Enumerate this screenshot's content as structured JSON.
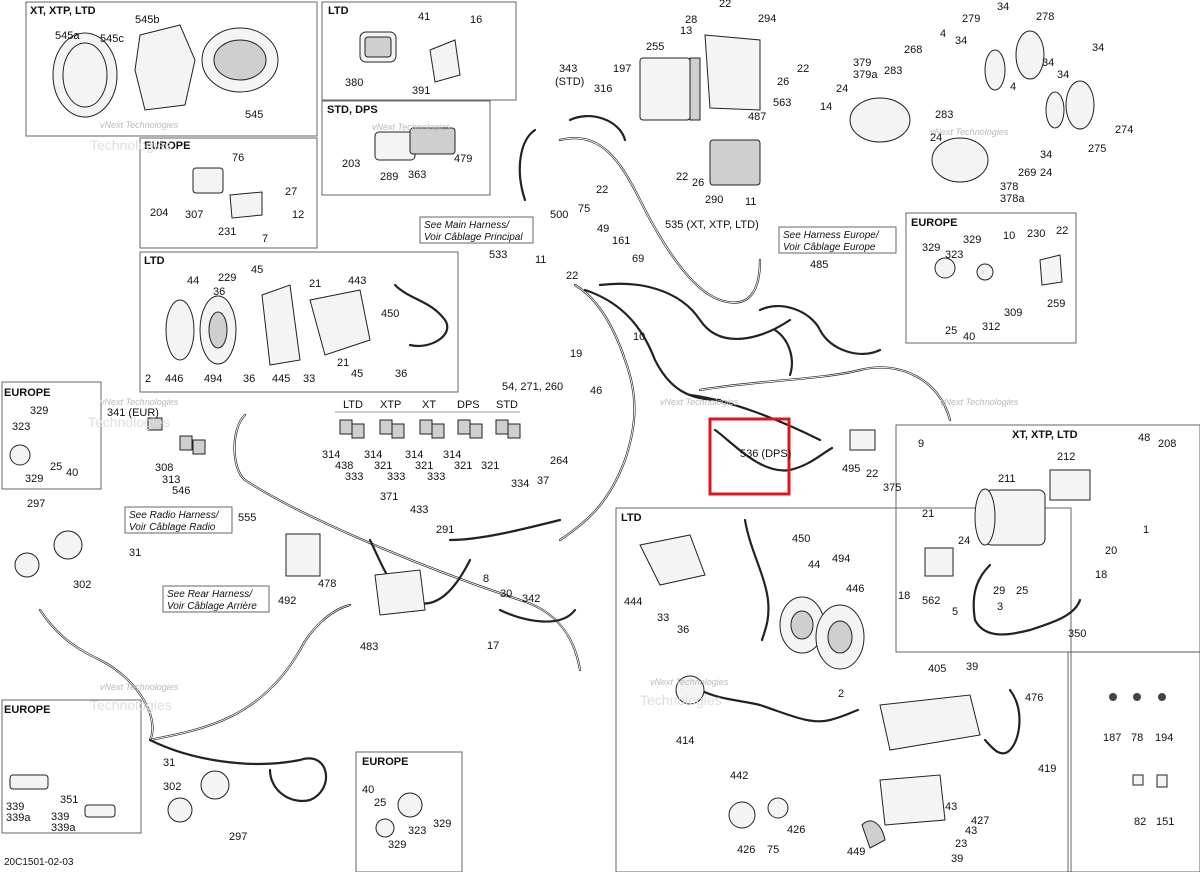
{
  "diagram": {
    "drawing_code": "20C1501-02-03",
    "watermark": {
      "line1": "vNext Technologies",
      "line2": "Technologies"
    },
    "highlight": {
      "label": "536 (DPS)",
      "color": "#e0141e"
    },
    "notes": {
      "main": {
        "line1": "See Main Harness/",
        "line2": "Voir Câblage Principal"
      },
      "europe": {
        "line1": "See Harness Europe/",
        "line2": "Voir Câblage Europe"
      },
      "radio": {
        "line1": "See Radio Harness/",
        "line2": "Voir Câblage Radio"
      },
      "rear": {
        "line1": "See Rear Harness/",
        "line2": "Voir Câblage Arrière"
      }
    },
    "groups": {
      "xt_xtp_ltd_top": "XT, XTP, LTD",
      "ltd_top": "LTD",
      "std_dps": "STD, DPS",
      "europe_controls": "EUROPE",
      "ltd_speaker": "LTD",
      "europe_left": "EUROPE",
      "europe_right": "EUROPE",
      "europe_bottom_left": "EUROPE",
      "europe_bottom": "EUROPE",
      "ltd_bottom": "LTD",
      "xt_xtp_ltd_winch": "XT, XTP, LTD"
    },
    "variant_headers": [
      "LTD",
      "XTP",
      "XT",
      "DPS",
      "STD"
    ],
    "parts": {
      "p545a": "545a",
      "p545c": "545c",
      "p545b": "545b",
      "p545": "545",
      "p41": "41",
      "p16": "16",
      "p380": "380",
      "p391": "391",
      "p203": "203",
      "p289": "289",
      "p363": "363",
      "p479": "479",
      "p76": "76",
      "p27": "27",
      "p12": "12",
      "p204": "204",
      "p307": "307",
      "p231": "231",
      "p7": "7",
      "p44": "44",
      "p229": "229",
      "p45a": "45",
      "p21a": "21",
      "p443": "443",
      "p36a": "36",
      "p450a": "450",
      "p21b": "21",
      "p45b": "45",
      "p36b": "36",
      "p2a": "2",
      "p446a": "446",
      "p494a": "494",
      "p36c": "36",
      "p445": "445",
      "p33a": "33",
      "p343": "343",
      "p343s": "(STD)",
      "p197": "197",
      "p255": "255",
      "p316": "316",
      "p22a": "22",
      "p22b": "22",
      "p28": "28",
      "p13": "13",
      "p294": "294",
      "p22c": "22",
      "p26a": "26",
      "p563": "563",
      "p487": "487",
      "p22d": "22",
      "p26b": "26",
      "p290": "290",
      "p11a": "11",
      "p34a": "34",
      "p279": "279",
      "p278": "278",
      "p4a": "4",
      "p34b": "34",
      "p268": "268",
      "p379": "379",
      "p379a": "379a",
      "p283": "283",
      "p24a": "24",
      "p14": "14",
      "p34c": "34",
      "p34d": "34",
      "p4b": "4",
      "p34e": "34",
      "p274": "274",
      "p275": "275",
      "p34f": "34",
      "p269": "269",
      "p24b": "24",
      "p378": "378",
      "p378a": "378a",
      "p283b": "283",
      "p24c": "24",
      "p10a": "10",
      "p230": "230",
      "p22e": "22",
      "p329a": "329",
      "p329b": "329",
      "p323a": "323",
      "p259": "259",
      "p309": "309",
      "p312": "312",
      "p25a": "25",
      "p40a": "40",
      "p500": "500",
      "p75a": "75",
      "p49": "49",
      "p161": "161",
      "p69": "69",
      "p535": "535 (XT, XTP, LTD)",
      "p533": "533",
      "p11b": "11",
      "p22f": "22",
      "p485": "485",
      "p10b": "10",
      "p19": "19",
      "p46": "46",
      "p5427": "54, 271, 260",
      "p329c": "329",
      "p323b": "323",
      "p25b": "25",
      "p40b": "40",
      "p329d": "329",
      "p341": "341 (EUR)",
      "p308": "308",
      "p313": "313",
      "p546": "546",
      "p314a": "314",
      "p438": "438",
      "p333a": "333",
      "p314b": "314",
      "p321a": "321",
      "p333b": "333",
      "p314c": "314",
      "p321b": "321",
      "p333c": "333",
      "p314d": "314",
      "p321c": "321",
      "p321d": "321",
      "p264": "264",
      "p37": "37",
      "p334": "334",
      "p371": "371",
      "p433": "433",
      "p291": "291",
      "p495": "495",
      "p22g": "22",
      "p9": "9",
      "p375": "375",
      "p297a": "297",
      "p31a": "31",
      "p302a": "302",
      "p555": "555",
      "p478": "478",
      "p492": "492",
      "p483": "483",
      "p8": "8",
      "p30": "30",
      "p342": "342",
      "p17": "17",
      "p48": "48",
      "p208": "208",
      "p212": "212",
      "p211": "211",
      "p21c": "21",
      "p24d": "24",
      "p20": "20",
      "p1": "1",
      "p18a": "18",
      "p18b": "18",
      "p562": "562",
      "p5": "5",
      "p29": "29",
      "p25c": "25",
      "p3": "3",
      "p350": "350",
      "p450b": "450",
      "p494b": "494",
      "p44b": "44",
      "p446b": "446",
      "p444": "444",
      "p33b": "33",
      "p36d": "36",
      "p2b": "2",
      "p414": "414",
      "p442": "442",
      "p426a": "426",
      "p426b": "426",
      "p75b": "75",
      "p449": "449",
      "p405": "405",
      "p39a": "39",
      "p476": "476",
      "p419": "419",
      "p43a": "43",
      "p427": "427",
      "p43b": "43",
      "p23": "23",
      "p39b": "39",
      "p187": "187",
      "p78": "78",
      "p194": "194",
      "p82": "82",
      "p151": "151",
      "p339a": "339",
      "p339aa": "339a",
      "p351": "351",
      "p339b": "339",
      "p339ba": "339a",
      "p31b": "31",
      "p302b": "302",
      "p297b": "297",
      "p40c": "40",
      "p25d": "25",
      "p329e": "329",
      "p323c": "323",
      "p329f": "329"
    }
  }
}
